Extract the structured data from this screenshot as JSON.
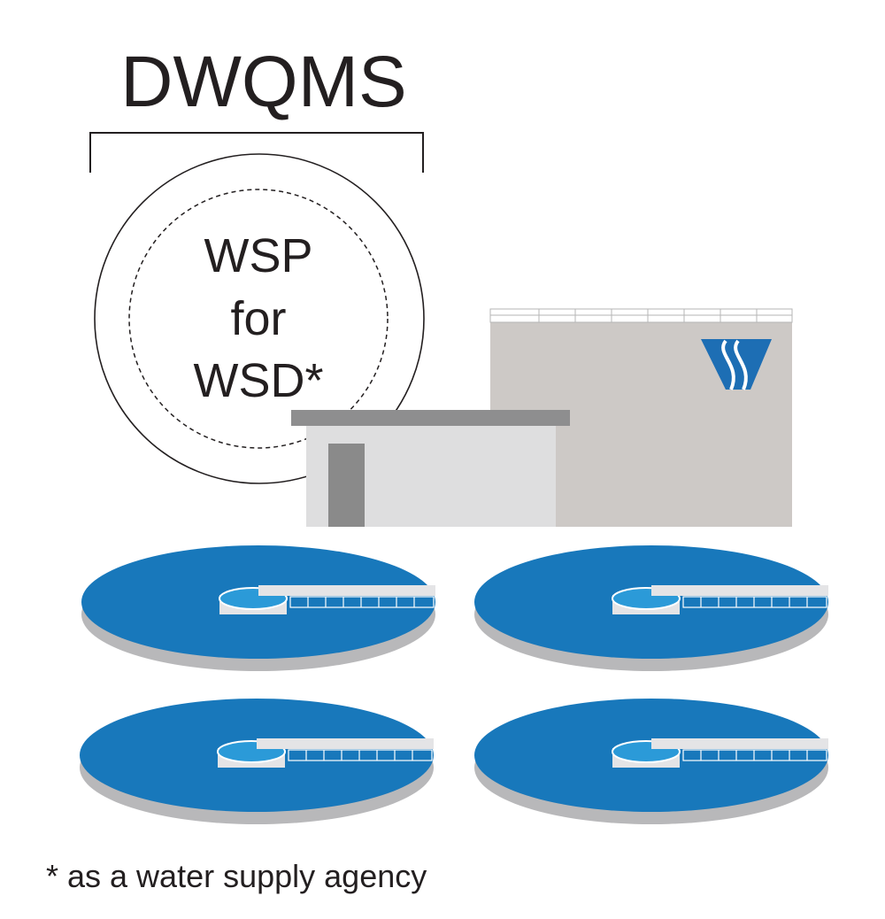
{
  "diagram": {
    "title": "DWQMS",
    "circle_lines": [
      "WSP",
      "for",
      "WSD*"
    ],
    "footnote": "* as a water supply agency",
    "tanks_count": 4,
    "colors": {
      "text": "#231f20",
      "tank_water": "#1878bb",
      "tank_base": "#b8b8ba",
      "tank_center": "#2b9ad8",
      "bridge": "#e4e4e6",
      "building_main": "#cdc9c6",
      "building_annex": "#dededf",
      "annex_roof": "#8e8e8f",
      "door": "#8a8a8a",
      "logo": "#1d6eb4"
    }
  }
}
